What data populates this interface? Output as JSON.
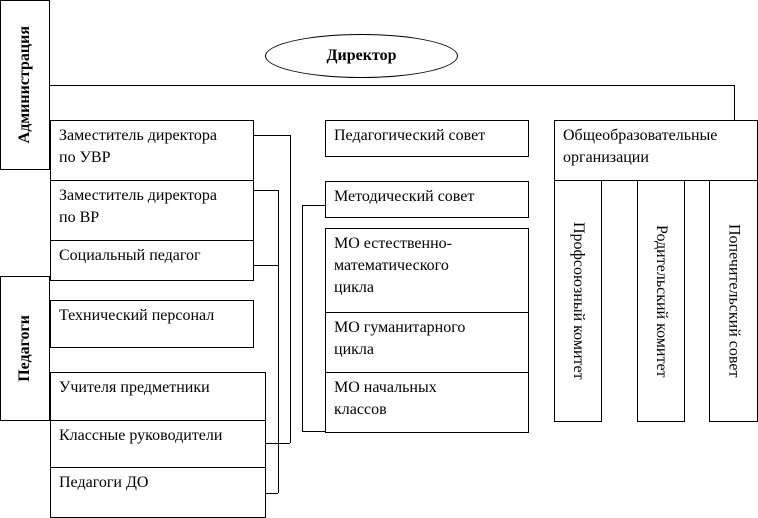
{
  "director": "Директор",
  "left_labels": {
    "administration": "Администрация",
    "teachers": "Педагоги"
  },
  "left_column": {
    "deputy_uvr": [
      "Заместитель директора",
      "по УВР"
    ],
    "deputy_vr": [
      "Заместитель директора",
      "по ВР"
    ],
    "social_teacher": "Социальный педагог",
    "technical_staff": "Технический персонал",
    "subject_teachers": "Учителя предметники",
    "class_teachers": "Классные руководители",
    "additional_ed_teachers": "Педагоги ДО"
  },
  "middle_column": {
    "pedagogical_council": "Педагогический совет",
    "methodical_council": "Методический совет",
    "mo_science": [
      "МО естественно-",
      "математического",
      "цикла"
    ],
    "mo_humanities": [
      "МО гуманитарного",
      "цикла"
    ],
    "mo_primary": [
      "МО начальных",
      "классов"
    ]
  },
  "right_column": {
    "public_orgs": [
      "Общеобразовательные",
      "организации"
    ],
    "trade_union": "Профсоюзный комитет",
    "parents_committee": "Родительский комитет",
    "board_of_trustees": "Попечительский совет"
  }
}
